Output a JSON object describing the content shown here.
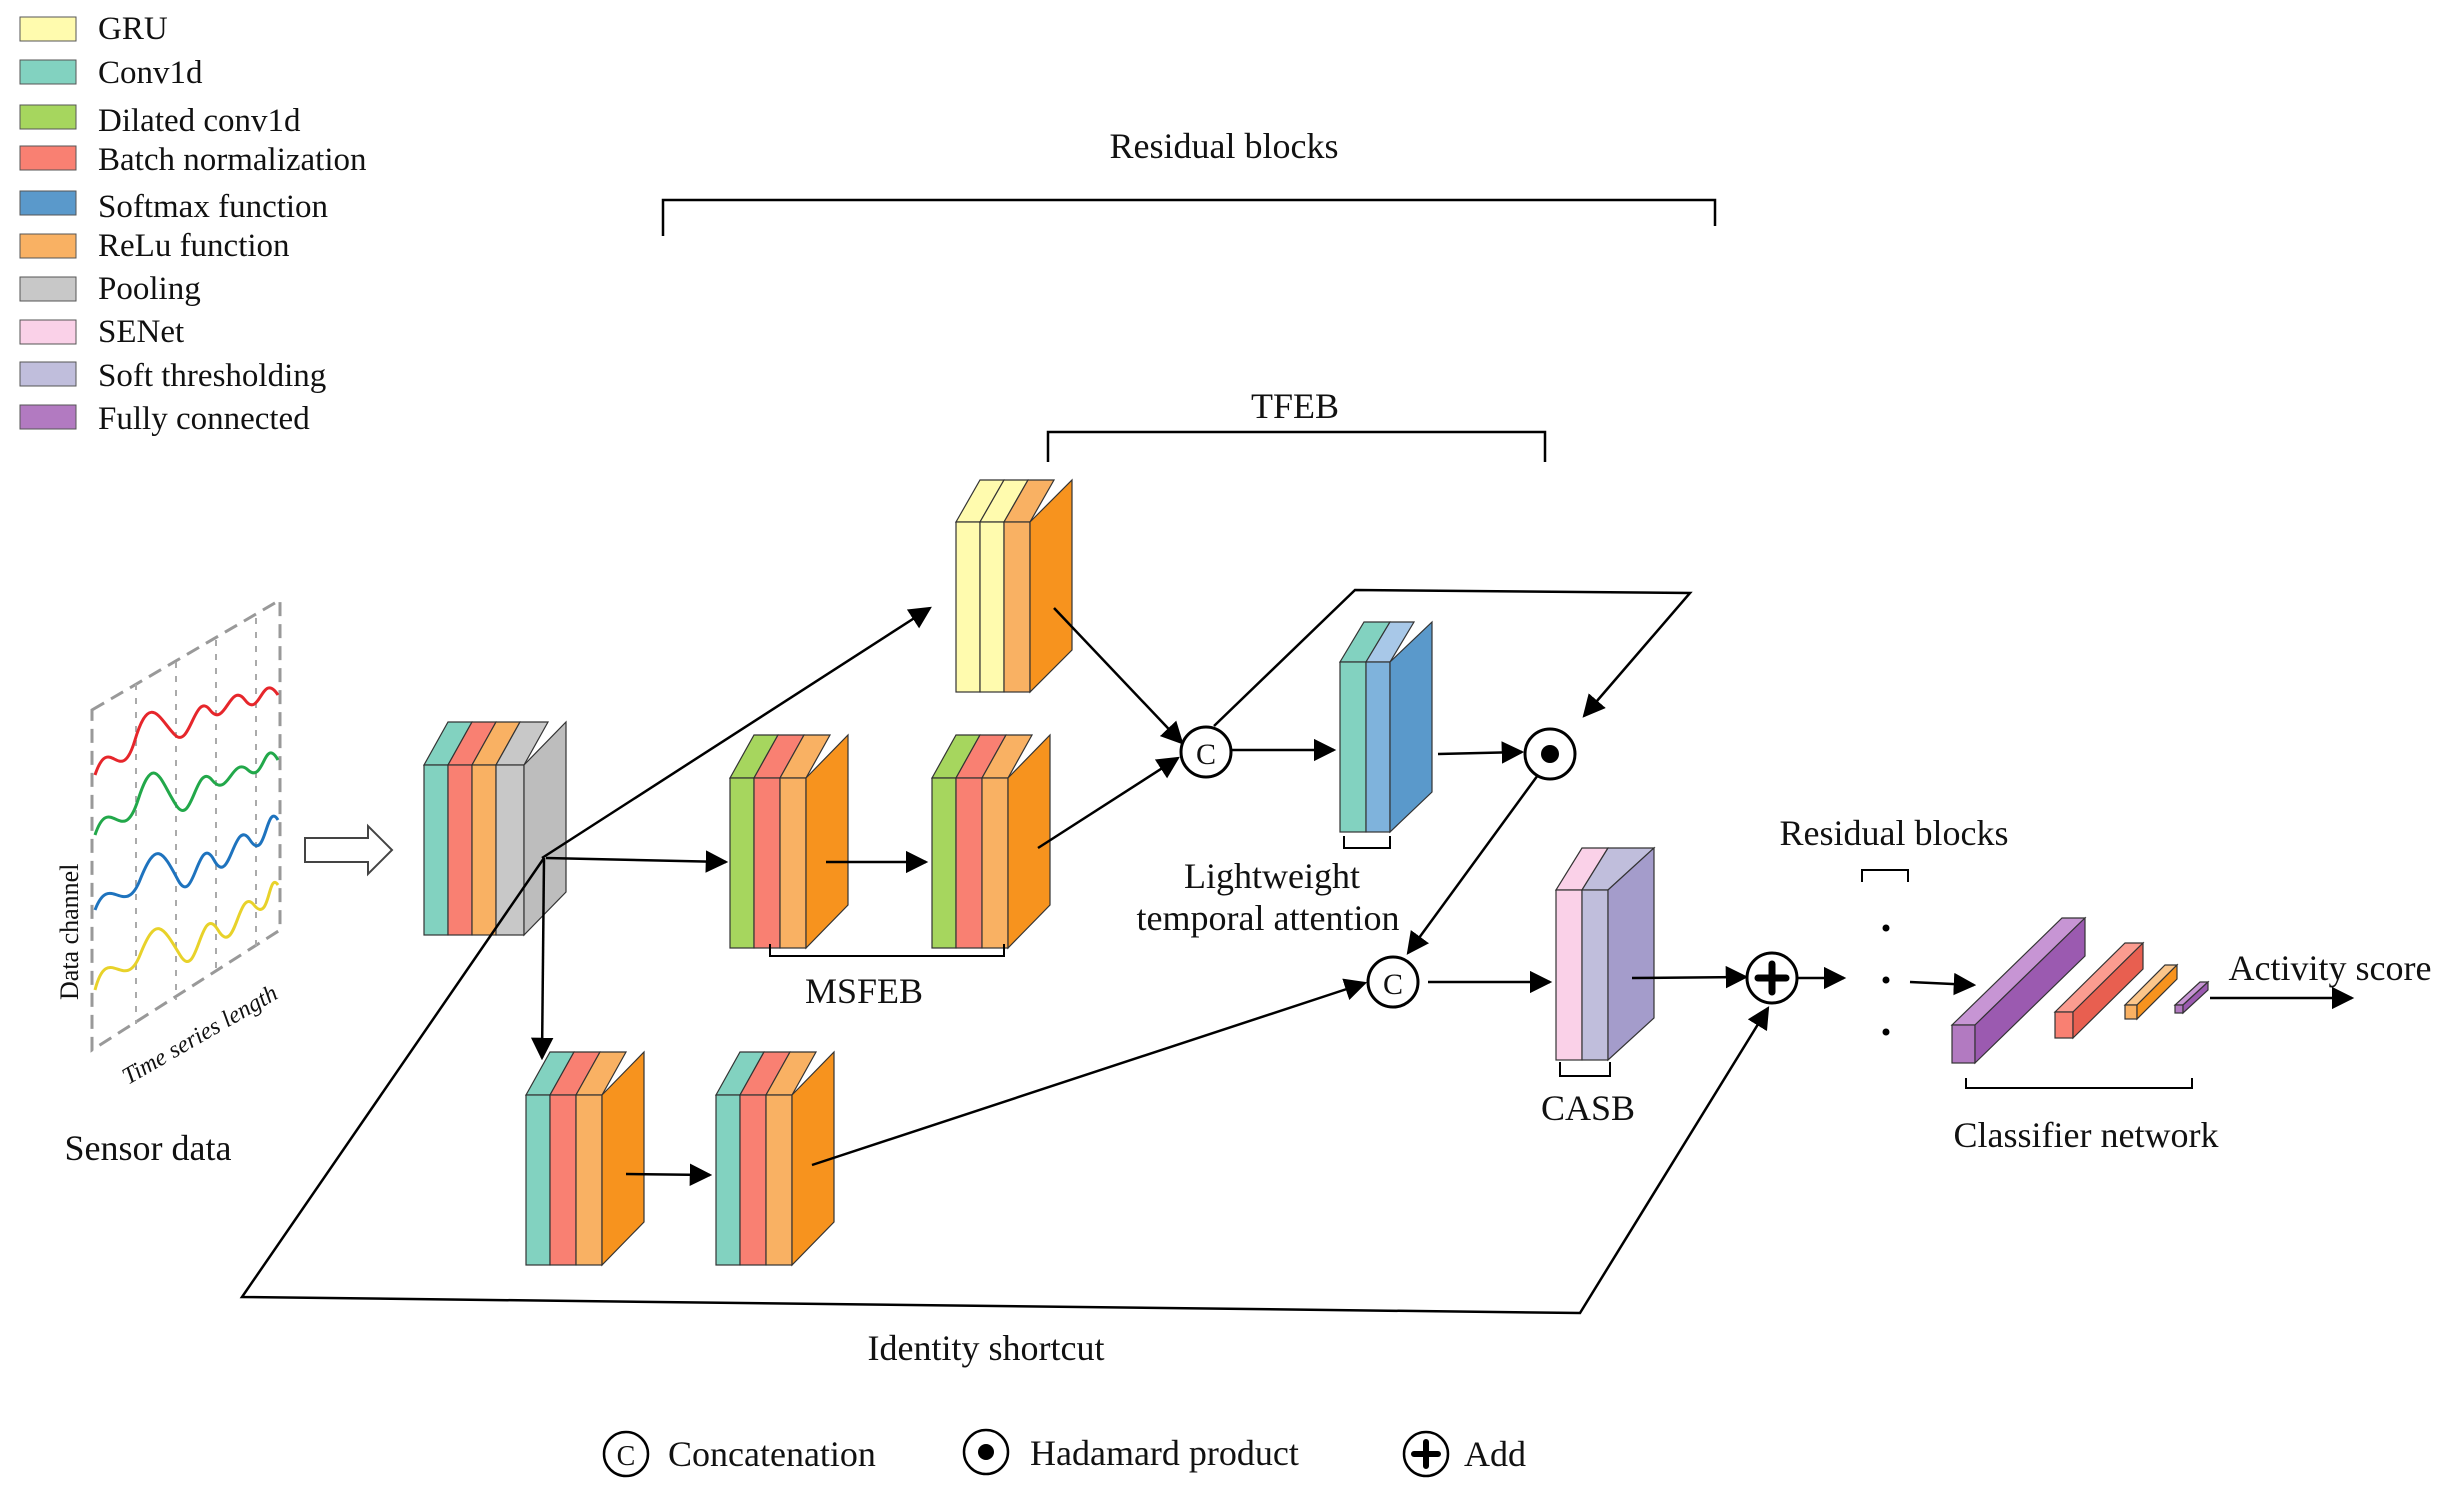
{
  "legend": [
    {
      "label": "GRU",
      "color": "#FFFBAE"
    },
    {
      "label": "Conv1d",
      "color": "#82D2C0"
    },
    {
      "label": "Dilated conv1d",
      "color": "#A6D65E"
    },
    {
      "label": "Batch normalization",
      "color": "#F98072"
    },
    {
      "label": "Softmax function",
      "color": "#5A99CB"
    },
    {
      "label": "ReLu function",
      "color": "#F9B163"
    },
    {
      "label": "Pooling",
      "color": "#C8C8C8"
    },
    {
      "label": "SENet",
      "color": "#FAD1E8"
    },
    {
      "label": "Soft thresholding",
      "color": "#C0BEDC"
    },
    {
      "label": "Fully connected",
      "color": "#B27AC1"
    }
  ],
  "labels": {
    "residual_blocks_top": "Residual blocks",
    "tfeb": "TFEB",
    "msfeb": "MSFEB",
    "lightweight_line1": "Lightweight",
    "lightweight_line2": "temporal attention",
    "casb": "CASB",
    "residual_blocks_right": "Residual blocks",
    "classifier_network": "Classifier network",
    "activity_score": "Activity score",
    "sensor_data": "Sensor data",
    "identity_shortcut": "Identity shortcut",
    "data_channel": "Data channel",
    "time_series_length": "Time series length"
  },
  "operators": {
    "concat_symbol": "C",
    "concat_label": "Concatenation",
    "hadamard_label": "Hadamard product",
    "add_label": "Add"
  },
  "palette": {
    "orange": "#F7931E",
    "slab_outline": "#333333",
    "line": "#000000"
  }
}
